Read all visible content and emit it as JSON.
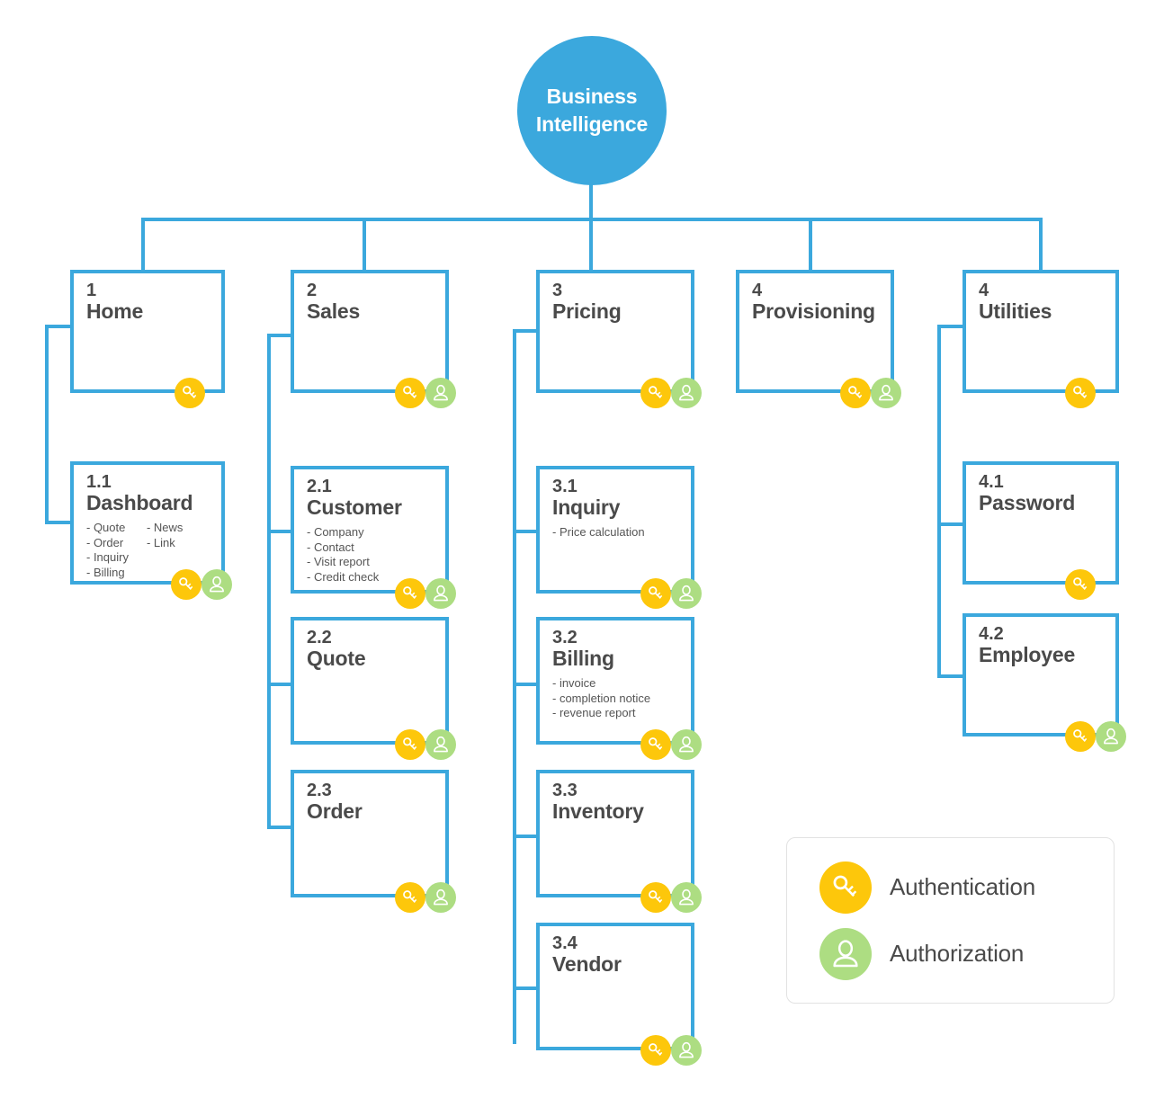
{
  "root": {
    "label_line1": "Business",
    "label_line2": "Intelligence",
    "color": "#3ba8dd"
  },
  "colors": {
    "connector": "#3ba8dd",
    "box_border": "#3ba8dd",
    "text": "#4a4a4a",
    "authentication": "#fdc70b",
    "authorization": "#addd82",
    "legend_border": "#e2e2e2",
    "background": "#ffffff"
  },
  "nodes": {
    "home": {
      "num": "1",
      "name": "Home"
    },
    "dashboard": {
      "num": "1.1",
      "name": "Dashboard",
      "bullets_col1": [
        "- Quote",
        "- Order",
        "- Inquiry",
        "- Billing"
      ],
      "bullets_col2": [
        "- News",
        "- Link"
      ]
    },
    "sales": {
      "num": "2",
      "name": "Sales"
    },
    "customer": {
      "num": "2.1",
      "name": "Customer",
      "bullets_col1": [
        "- Company",
        "- Contact",
        "- Visit report",
        "- Credit check"
      ]
    },
    "quote": {
      "num": "2.2",
      "name": "Quote"
    },
    "order": {
      "num": "2.3",
      "name": "Order"
    },
    "pricing": {
      "num": "3",
      "name": "Pricing"
    },
    "inquiry": {
      "num": "3.1",
      "name": "Inquiry",
      "bullets_col1": [
        "- Price calculation"
      ]
    },
    "billing": {
      "num": "3.2",
      "name": "Billing",
      "bullets_col1": [
        "- invoice",
        "- completion notice",
        "- revenue report"
      ]
    },
    "inventory": {
      "num": "3.3",
      "name": "Inventory"
    },
    "vendor": {
      "num": "3.4",
      "name": "Vendor"
    },
    "provisioning": {
      "num": "4",
      "name": "Provisioning"
    },
    "utilities": {
      "num": "4",
      "name": "Utilities"
    },
    "password": {
      "num": "4.1",
      "name": "Password"
    },
    "employee": {
      "num": "4.2",
      "name": "Employee"
    }
  },
  "legend": {
    "items": [
      {
        "icon": "key-icon",
        "label": "Authentication"
      },
      {
        "icon": "person-icon",
        "label": "Authorization"
      }
    ]
  }
}
